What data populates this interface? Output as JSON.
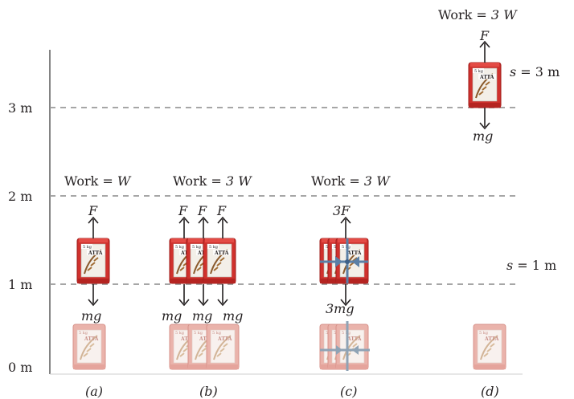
{
  "colors": {
    "bag_red": "#d0312d",
    "bag_dark": "#9e1c1a",
    "bag_faded": "#eab3ab",
    "bag_faded_dark": "#d79189",
    "grid": "#9a9a9a",
    "axis": "#777777",
    "text": "#231f20",
    "ribbon": "#5a7fa6",
    "ribbon_faded": "#8fa3b5",
    "arrow": "#231f20"
  },
  "icons": [
    "atta-bag-icon",
    "gift-ribbon-icon",
    "up-arrow-icon",
    "down-arrow-icon"
  ],
  "axis": {
    "ticks": [
      {
        "label": "0 m",
        "value": 0
      },
      {
        "label": "1 m",
        "value": 1
      },
      {
        "label": "2 m",
        "value": 2
      },
      {
        "label": "3 m",
        "value": 3
      }
    ]
  },
  "bag": {
    "weight": "5 kg",
    "brand": "ATTA"
  },
  "scenarios": [
    {
      "id": "a",
      "label": "(a)",
      "bags": 1,
      "height_m": 1,
      "work": {
        "prefix": "Work = ",
        "value": "W"
      },
      "force_labels": [
        "F"
      ],
      "weight_labels": [
        "mg"
      ],
      "tied": false
    },
    {
      "id": "b",
      "label": "(b)",
      "bags": 3,
      "height_m": 1,
      "work": {
        "prefix": "Work = ",
        "value": "3 W"
      },
      "force_labels": [
        "F",
        "F",
        "F"
      ],
      "weight_labels": [
        "mg",
        "mg",
        "mg"
      ],
      "tied": false
    },
    {
      "id": "c",
      "label": "(c)",
      "bags": 3,
      "height_m": 1,
      "work": {
        "prefix": "Work = ",
        "value": "3 W"
      },
      "force_labels": [
        "3F"
      ],
      "weight_labels": [
        "3mg"
      ],
      "tied": true
    },
    {
      "id": "d",
      "label": "(d)",
      "bags": 1,
      "height_m": 3,
      "work": {
        "prefix": "Work = ",
        "value": "3 W"
      },
      "force_labels": [
        "F"
      ],
      "weight_labels": [
        "mg"
      ],
      "tied": false
    }
  ],
  "displacements": [
    {
      "prefix": "s",
      "text": " = 1 m"
    },
    {
      "prefix": "s",
      "text": " = 3 m"
    }
  ]
}
